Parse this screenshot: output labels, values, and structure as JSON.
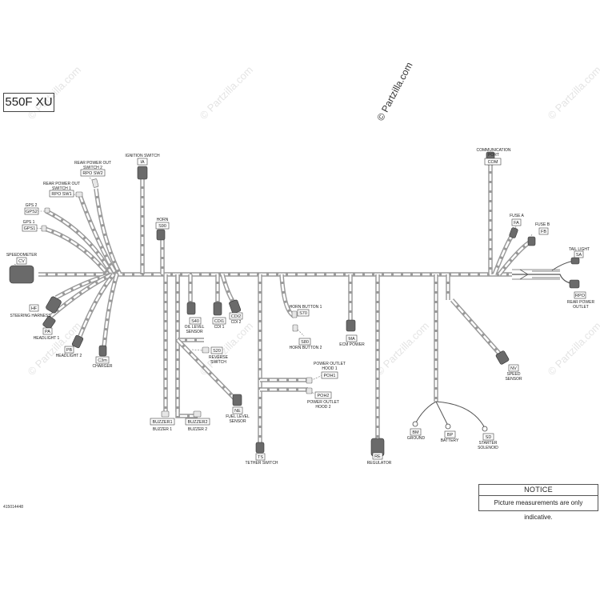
{
  "header": {
    "model": "550F XU",
    "watermark": "© Partzilla.com"
  },
  "doc_number": "415014448",
  "notice": {
    "title": "NOTICE",
    "text": "Picture measurements are only indicative."
  },
  "components": {
    "ignition_switch": {
      "name": "IGNITION SWITCH",
      "code": "IA"
    },
    "rear_power_out_switch_2": {
      "name1": "REAR POWER OUT",
      "name2": "SWITCH 2",
      "code": "RPO SW2"
    },
    "rear_power_out_switch_1": {
      "name1": "REAR POWER OUT",
      "name2": "SWITCH 1",
      "code": "RPO SW1"
    },
    "gps_2": {
      "name": "GPS 2",
      "code": "GPS2"
    },
    "gps_1": {
      "name": "GPS 1",
      "code": "GPS1"
    },
    "horn": {
      "name": "HORN",
      "code": "S90"
    },
    "speedometer": {
      "name": "SPEEDOMETER",
      "code": "CV"
    },
    "steering_harness": {
      "name": "STEERING HARNESS",
      "code": "HF"
    },
    "headlight_1": {
      "name": "HEADLIGHT 1",
      "code": "PA"
    },
    "headlight_2": {
      "name": "HEADLIGHT 2",
      "code": "PB"
    },
    "charger": {
      "name": "CHARGER",
      "code": "C3m"
    },
    "oil_level_sensor": {
      "name1": "OIL LEVEL",
      "name2": "SENSOR",
      "code": "S40"
    },
    "cdi_1": {
      "name": "CDI 1",
      "code": "CDI1"
    },
    "cdi_2": {
      "name": "CDI 2",
      "code": "CDI2"
    },
    "reverse_switch": {
      "name1": "REVERSE",
      "name2": "SWITCH",
      "code": "S20"
    },
    "fuel_level_sensor": {
      "name1": "FUEL LEVEL",
      "name2": "SENSOR",
      "code": "NE"
    },
    "buzzer_1": {
      "name": "BUZZER 1",
      "code": "BUZZER1"
    },
    "buzzer_2": {
      "name": "BUZZER 2",
      "code": "BUZZER2"
    },
    "tether_switch": {
      "name": "TETHER SWITCH",
      "code": "TS"
    },
    "horn_button_1": {
      "name": "HORN BUTTON 1",
      "code": "S70"
    },
    "horn_button_2": {
      "name": "HORN BUTTON 2",
      "code": "S80"
    },
    "ecm_power": {
      "name": "ECM POWER",
      "code": "MA"
    },
    "power_outlet_hood_1": {
      "name1": "POWER OUTLET",
      "name2": "HOOD 1",
      "code": "POH1"
    },
    "power_outlet_hood_2": {
      "name1": "POWER OUTLET",
      "name2": "HOOD 2",
      "code": "POH2"
    },
    "regulator": {
      "name": "REGULATOR",
      "code": "RE"
    },
    "communication_port": {
      "name1": "COMMUNICATION",
      "name2": "PORT",
      "code": "COM"
    },
    "fuse_a": {
      "name": "FUSE A",
      "code": "FA"
    },
    "fuse_b": {
      "name": "FUSE B",
      "code": "FB"
    },
    "tail_light": {
      "name": "TAIL LIGHT",
      "code": "SA"
    },
    "rear_power_outlet": {
      "name1": "REAR POWER",
      "name2": "OUTLET",
      "code": "RPO"
    },
    "speed_sensor": {
      "name1": "SPEED",
      "name2": "SENSOR",
      "code": "NV"
    },
    "ground": {
      "name": "GROUND",
      "code": "BM"
    },
    "battery": {
      "name": "BATTERY",
      "code": "BP"
    },
    "starter_solenoid": {
      "name1": "STARTER",
      "name2": "SOLENOID",
      "code": "SD"
    }
  }
}
